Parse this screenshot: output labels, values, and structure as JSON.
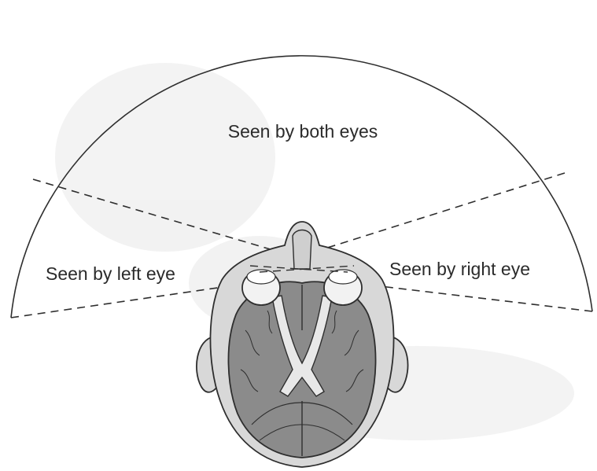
{
  "diagram": {
    "labels": {
      "both_eyes": "Seen by both eyes",
      "left_eye": "Seen by left eye",
      "right_eye": "Seen by right eye"
    },
    "colors": {
      "background": "#ffffff",
      "outline": "#2e2e2e",
      "brain_fill": "#8b8b8b",
      "skull_fill": "#d8d8d8",
      "eye_fill": "#f2f2f2",
      "optic_nerve_fill": "#e8e8e8",
      "label_text": "#2b2b2b"
    },
    "icons": [
      "visual-field-arc",
      "head-top-view",
      "left-eye-icon",
      "right-eye-icon",
      "optic-chiasm-icon",
      "brain-icon"
    ]
  }
}
